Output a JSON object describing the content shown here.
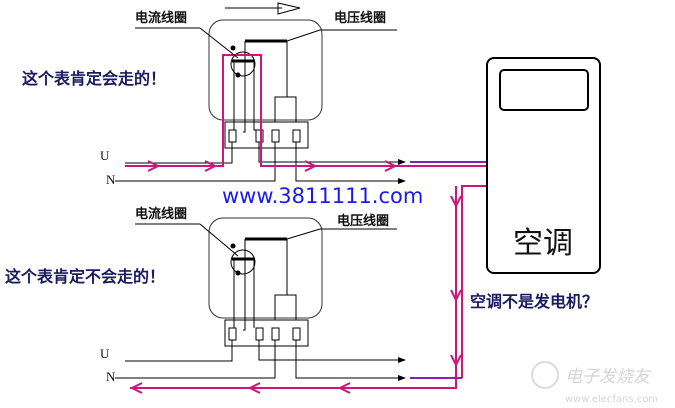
{
  "meter_top": {
    "current_coil_label": "电流线圈",
    "voltage_coil_label": "电压线圈",
    "note": "这个表肯定会走的！",
    "phase_label": "U",
    "neutral_label": "N"
  },
  "meter_bottom": {
    "current_coil_label": "电流线圈",
    "voltage_coil_label": "电压线圈",
    "note": "这个表肯定不会走的！",
    "phase_label": "U",
    "neutral_label": "N"
  },
  "appliance": {
    "label": "空调",
    "question": "空调不是发电机？"
  },
  "overlay_url": "www.3811111.com",
  "watermark": {
    "brand": "电子发烧友",
    "url": "www.elecfans.com"
  },
  "colors": {
    "current_flow": "#d0157a",
    "return_flow": "#8a1fb0",
    "url_text": "#1a1aee"
  }
}
